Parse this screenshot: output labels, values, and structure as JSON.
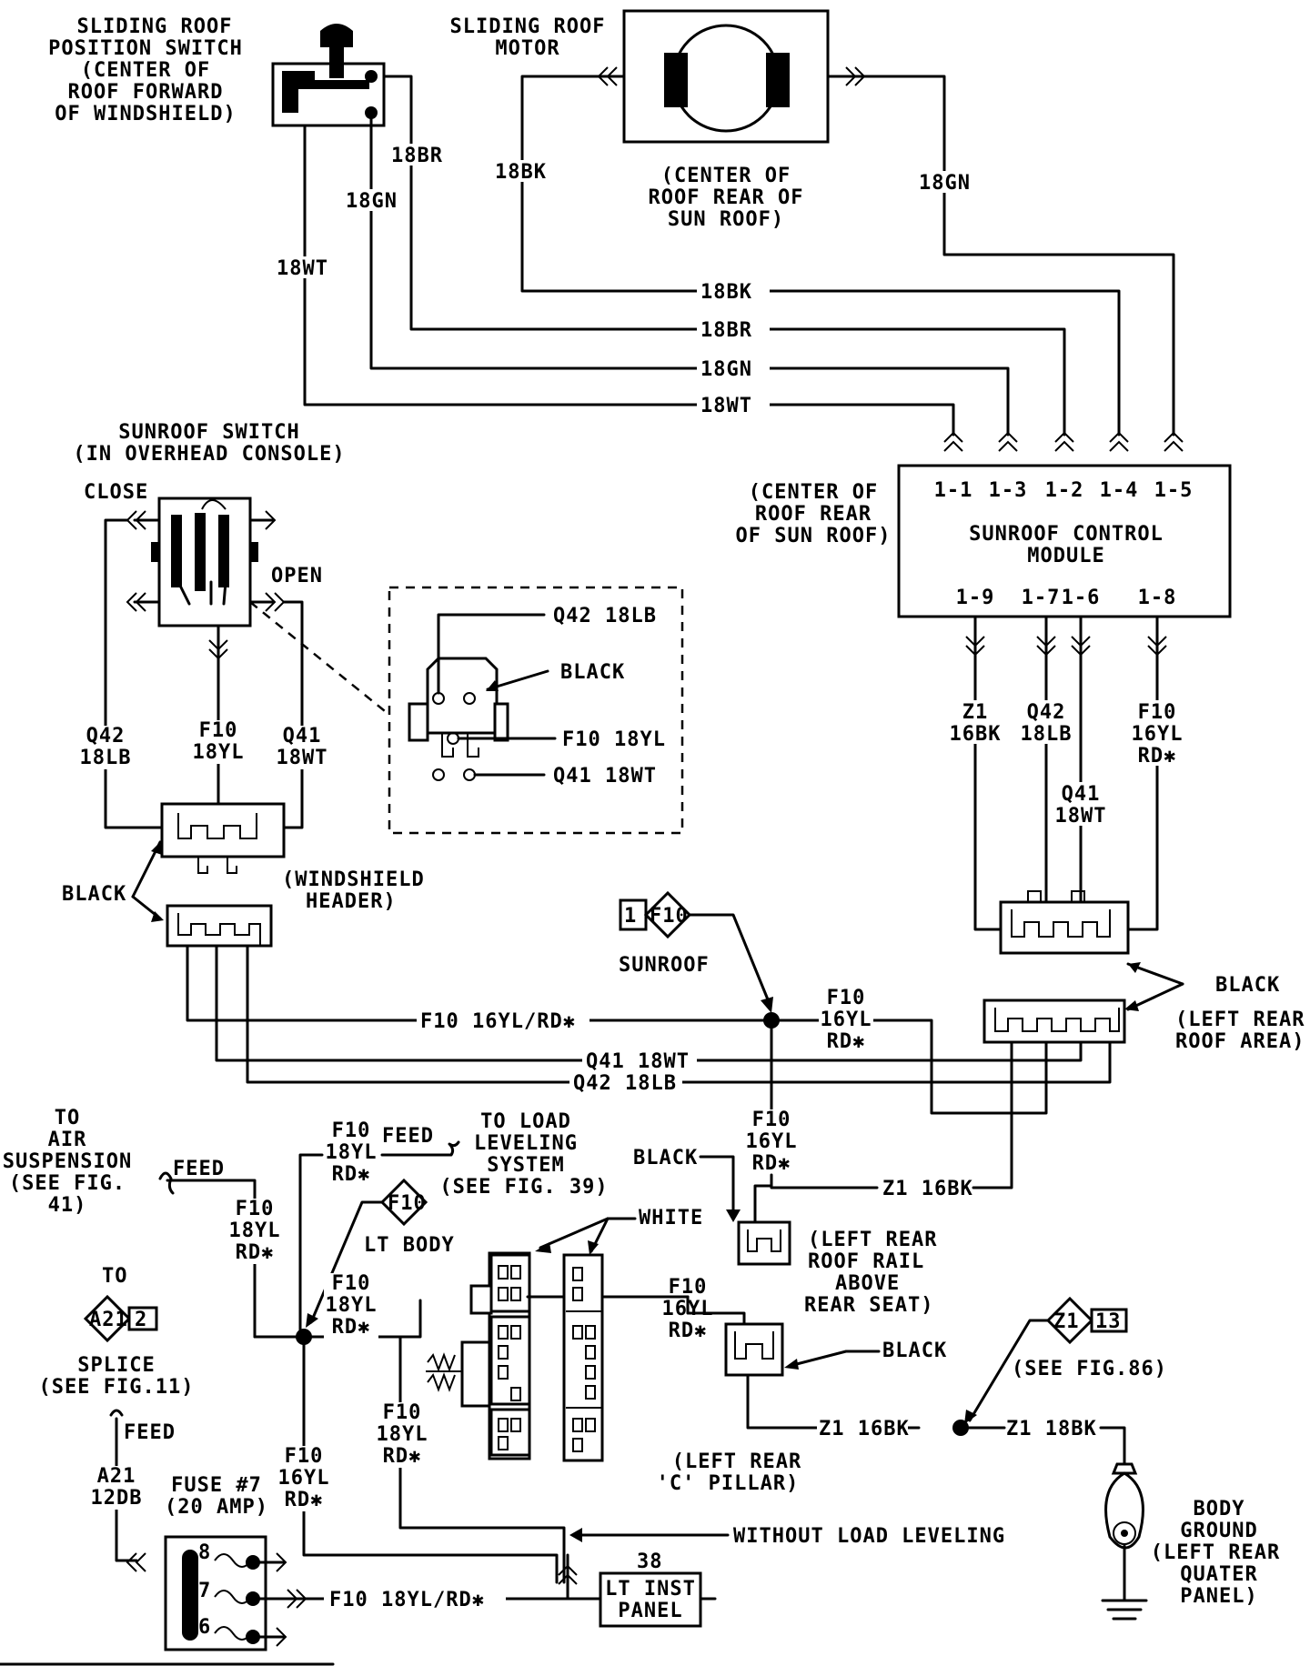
{
  "pos_switch": {
    "title": [
      "SLIDING ROOF",
      "POSITION SWITCH",
      "(CENTER OF",
      "ROOF FORWARD",
      "OF WINDSHIELD)"
    ]
  },
  "motor": {
    "title": [
      "SLIDING ROOF",
      "MOTOR"
    ],
    "location": [
      "(CENTER OF",
      "ROOF REAR OF",
      "SUN ROOF)"
    ]
  },
  "top_wires": {
    "br": "18BR",
    "gn": "18GN",
    "wt": "18WT",
    "bk": "18BK",
    "gn_right": "18GN"
  },
  "module_wires": [
    "18BK",
    "18BR",
    "18GN",
    "18WT"
  ],
  "sunroof_switch": {
    "title": [
      "SUNROOF SWITCH",
      "(IN OVERHEAD CONSOLE)"
    ],
    "close": "CLOSE",
    "open": "OPEN",
    "wire_q42": [
      "Q42",
      "18LB"
    ],
    "wire_f10": [
      "F10",
      "18YL"
    ],
    "wire_q41": [
      "Q41",
      "18WT"
    ]
  },
  "connector_detail": {
    "pins": [
      "Q42 18LB",
      "BLACK",
      "F10 18YL",
      "Q41 18WT"
    ]
  },
  "control_module": {
    "location": [
      "(CENTER OF",
      "ROOF REAR",
      "OF SUN ROOF)"
    ],
    "title": [
      "SUNROOF CONTROL",
      "MODULE"
    ],
    "top_pins": [
      "1-1",
      "1-3",
      "1-2",
      "1-4",
      "1-5"
    ],
    "bottom_pins": [
      "1-9",
      "1-7",
      "1-6",
      "1-8"
    ],
    "wire_z1": [
      "Z1",
      "16BK"
    ],
    "wire_q42": [
      "Q42",
      "18LB"
    ],
    "wire_q41": [
      "Q41",
      "18WT"
    ],
    "wire_f10": [
      "F10",
      "16YL",
      "RD✱"
    ]
  },
  "left_rear_roof": {
    "black": "BLACK",
    "location": [
      "(LEFT REAR",
      "ROOF AREA)"
    ]
  },
  "windshield_header": {
    "black": "BLACK",
    "location": [
      "(WINDSHIELD",
      "HEADER)"
    ]
  },
  "sunroof_ref": {
    "num": "1",
    "code": "F10",
    "label": "SUNROOF"
  },
  "mid_wires": {
    "f10_main": "F10 16YL/RD✱",
    "f10_right": [
      "F10",
      "16YL",
      "RD✱"
    ],
    "q41": "Q41 18WT",
    "q42": "Q42 18LB"
  },
  "roof_rail": {
    "black": "BLACK",
    "f10": [
      "F10",
      "16YL",
      "RD✱"
    ],
    "z1": "Z1 16BK",
    "location": [
      "(LEFT REAR",
      "ROOF RAIL",
      "ABOVE",
      "REAR SEAT)"
    ]
  },
  "air_susp": {
    "text": [
      "TO",
      "AIR",
      "SUSPENSION",
      "(SEE FIG.",
      "41)"
    ],
    "feed": "FEED"
  },
  "load_level": {
    "f10": [
      "F10",
      "18YL",
      "RD✱"
    ],
    "feed": "FEED",
    "text": [
      "TO LOAD",
      "LEVELING",
      "SYSTEM",
      "(SEE FIG. 39)"
    ]
  },
  "splice_area": {
    "f10_left": [
      "F10",
      "18YL",
      "RD✱"
    ],
    "lt_body_code": "F10",
    "lt_body": "LT BODY",
    "f10_mid": [
      "F10",
      "18YL",
      "RD✱"
    ],
    "f10_low": [
      "F10",
      "16YL",
      "RD✱"
    ],
    "f10_low2": [
      "F10",
      "18YL",
      "RD✱"
    ]
  },
  "splice_ref": {
    "to": "TO",
    "code": "A21",
    "num": "2",
    "text": [
      "SPLICE",
      "(SEE FIG.11)"
    ],
    "feed": "FEED"
  },
  "fuse": {
    "wire": [
      "A21",
      "12DB"
    ],
    "title": [
      "FUSE #7",
      "(20 AMP)"
    ],
    "terminals": [
      "8",
      "7",
      "6"
    ],
    "f10_out": "F10 18YL/RD✱"
  },
  "white": "WHITE",
  "c_pillar": {
    "f10": [
      "F10",
      "16YL",
      "RD✱"
    ],
    "black": "BLACK",
    "location": [
      "(LEFT REAR",
      "'C' PILLAR)"
    ]
  },
  "ground": {
    "ref_code": "Z1",
    "ref_num": "13",
    "ref_text": "(SEE FIG.86)",
    "z1_16": "Z1 16BK",
    "z1_18": "Z1 18BK",
    "location": [
      "BODY",
      "GROUND",
      "(LEFT REAR",
      "QUATER",
      "PANEL)"
    ]
  },
  "without_load": "WITHOUT LOAD LEVELING",
  "inst_panel": {
    "num": "38",
    "label": [
      "LT INST",
      "PANEL"
    ]
  }
}
